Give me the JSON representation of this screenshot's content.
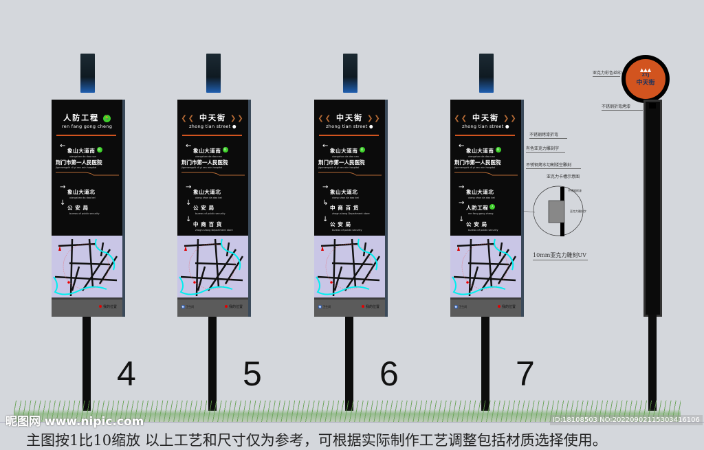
{
  "signs": [
    {
      "number": "4",
      "header": "人防工程",
      "header_icon": "running-man-icon",
      "pinyin": "ren fang gong cheng",
      "entries": [
        {
          "arrow": "←",
          "cn": "象山大道南",
          "en": "xiangshan da dao nan",
          "badge": "B"
        },
        {
          "arrow": "→",
          "cn": "象山大道北",
          "en": "xiangshan da dao bei"
        },
        {
          "arrow": "↓",
          "cn": "公 安 局",
          "en": "bureau of public security"
        }
      ]
    },
    {
      "number": "5",
      "header": "中天街",
      "pinyin": "zhong tian  street",
      "entries": [
        {
          "arrow": "←",
          "cn": "象山大道南",
          "en": "xiangshan da dao nan",
          "badge": "B"
        },
        {
          "arrow": "→",
          "cn": "象山大道北",
          "en": "xiang shan da dao bei"
        },
        {
          "arrow": "↓",
          "cn": "公 安 局",
          "en": "bureau of public security"
        },
        {
          "arrow": "↓",
          "cn": "中 商 百 货",
          "en": "zhogn shang Department store"
        }
      ]
    },
    {
      "number": "6",
      "header": "中天街",
      "pinyin": "zhong tian  street",
      "entries": [
        {
          "arrow": "←",
          "cn": "象山大道南",
          "en": "xiangshan da dao nan",
          "badge": "B"
        },
        {
          "arrow": "→",
          "cn": "象山大道北",
          "en": "xiang shan da dao bei"
        },
        {
          "arrow": "↳",
          "cn": "中 商 百 货",
          "en": "zhogn shang Department store"
        },
        {
          "arrow": "↓",
          "cn": "公 安 局",
          "en": "bureau of public security"
        }
      ]
    },
    {
      "number": "7",
      "header": "中天街",
      "pinyin": "zhong tian  street",
      "entries": [
        {
          "arrow": "←",
          "cn": "象山大道南",
          "en": "xiangshan da dao nan",
          "badge": "B"
        },
        {
          "arrow": "→",
          "cn": "象山大道北",
          "en": "xiang shan da dao bei"
        },
        {
          "arrow": "→",
          "cn": "人防工程",
          "en": "ren fang gong cheng",
          "badge": "人"
        },
        {
          "arrow": "↓",
          "cn": "公 安 局",
          "en": "bureau of public security"
        }
      ]
    }
  ],
  "hospital": {
    "cn": "荆门市第一人民医院",
    "en": "jignmengshi di yi ren min hospital"
  },
  "map_footer": {
    "toilet": "卫生间",
    "my_location": "我的位置"
  },
  "annotations": {
    "a1": "不锈钢烤漆折弯",
    "a2": "有色亚克力雕刻字",
    "a3": "不锈钢烤水切割镂空雕刻",
    "a4": "亚克力卡槽示意图",
    "detail1": "不锈钢烤漆",
    "detail2": "亚克力雕刻字",
    "a5": "10mm亚克力雕刻UV",
    "logo_note": "亚克力彩色丝印",
    "pole_note": "不锈钢折弯烤漆"
  },
  "logo": {
    "brand": "ZTJ",
    "brand_cn_small": "中天街",
    "name": "中天街"
  },
  "colors": {
    "orange": "#d2541f",
    "green": "#3fd12b",
    "logo_bg": "#d2541f"
  },
  "footer_note": "主图按1比10缩放  以上工艺和尺寸仅为参考，可根据实际制作工艺调整包括材质选择使用。",
  "watermark": {
    "site": "昵图网 www.nipic.com",
    "id": "ID:18108503 NO:20220902115303416106"
  }
}
